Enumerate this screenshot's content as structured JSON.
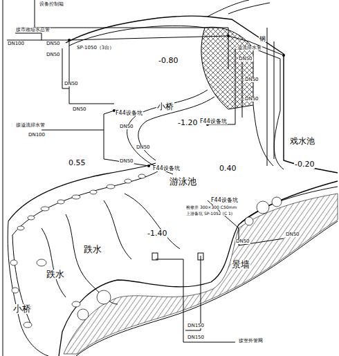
{
  "diagram": {
    "labels": [
      "设备控制箱",
      "接市政给水总管",
      "DN100",
      "DN50",
      "DN50",
      "SP-1050（3台）",
      "-0.80",
      "DN50",
      "DN50",
      "DN50",
      "DN50",
      "DN50",
      "溢流排水管",
      "钢",
      "F44设备坑",
      "小桥",
      "-1.20",
      "F44设备坑",
      "接溢流排水管",
      "DN100",
      "DN50",
      "DN50",
      "DN50",
      "0.55",
      "F44设备坑",
      "游泳池",
      "0.40",
      "戏水池",
      "-0.20",
      "F44设备坑",
      "DN50",
      "DN50",
      "检修井 300×300 C50mm",
      "上游备坑 SP-1052 (C 1)",
      "-1.40",
      "跌水",
      "跌水",
      "景墙",
      "小桥",
      "DN150",
      "DN150",
      "接室外管网"
    ]
  }
}
